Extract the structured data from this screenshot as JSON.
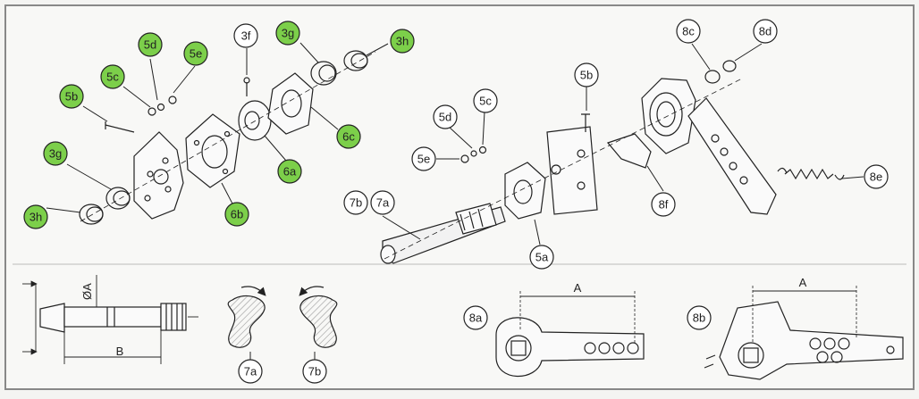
{
  "colors": {
    "callout_green": "#7ccf4a",
    "callout_white": "#ffffff",
    "ink": "#222222",
    "hatch": "#9a9a9a",
    "background": "#f4f4f2"
  },
  "callouts": {
    "5d_l": "5d",
    "5e_l": "5e",
    "5c_l": "5c",
    "5b_l": "5b",
    "3g_l": "3g",
    "3h_l": "3h",
    "3f": "3f",
    "3g_r": "3g",
    "3h_r": "3h",
    "6c": "6c",
    "6a": "6a",
    "6b": "6b",
    "5b_r": "5b",
    "5c_r": "5c",
    "5d_r": "5d",
    "5e_r": "5e",
    "7b": "7b",
    "7a": "7a",
    "5a": "5a",
    "8f": "8f",
    "8c": "8c",
    "8d": "8d",
    "8e": "8e",
    "8a": "8a",
    "8b": "8b",
    "7a_bottom": "7a",
    "7b_bottom": "7b"
  },
  "dimensions": {
    "shaft_diameter": "ØA",
    "shaft_length": "B",
    "lever_a_8a": "A",
    "lever_a_8b": "A"
  }
}
